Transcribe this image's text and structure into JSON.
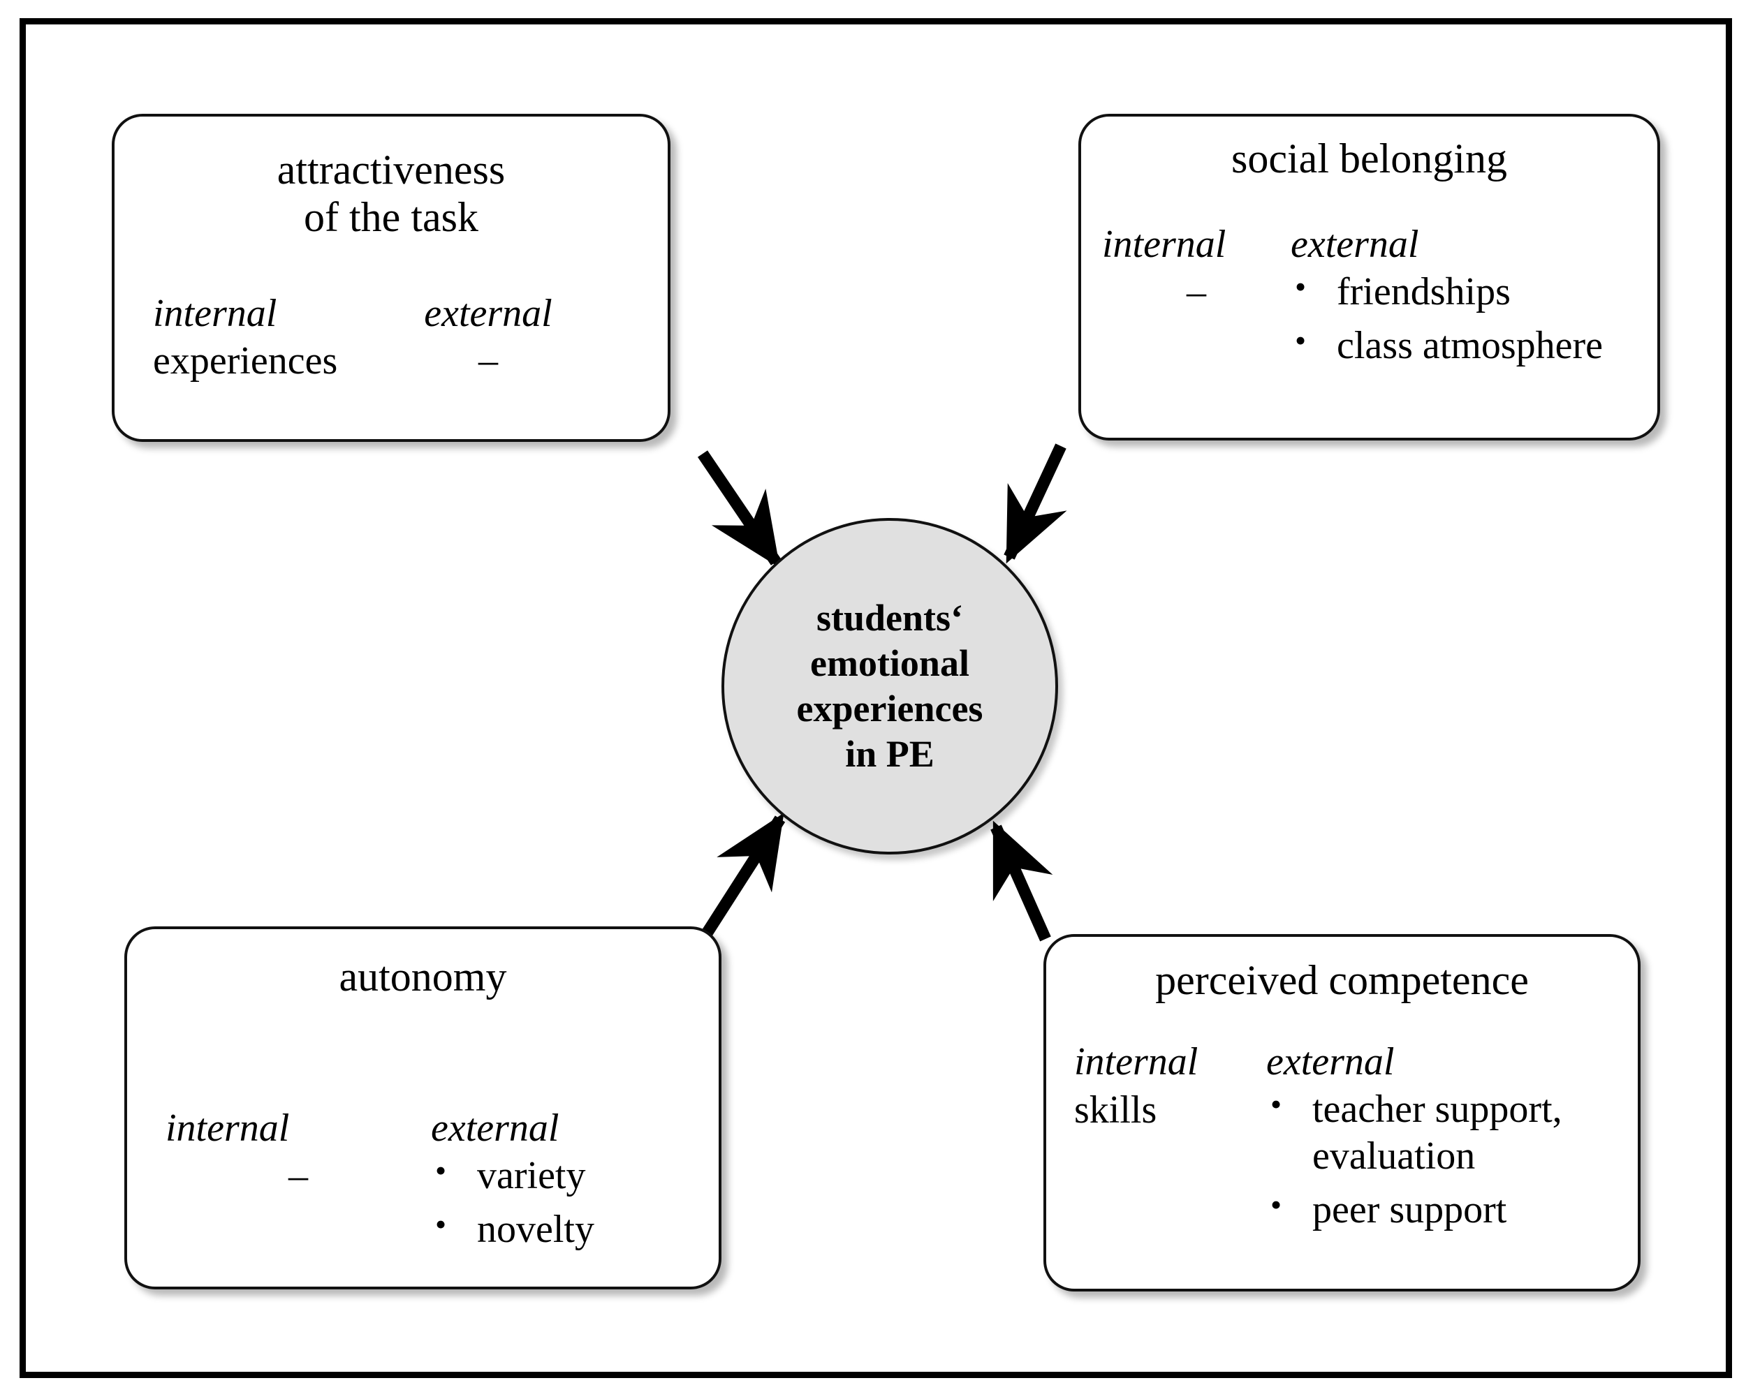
{
  "diagram": {
    "title_present": false,
    "center": {
      "name": "students-emotional-experiences",
      "lines": [
        "students‘",
        "emotional",
        "experiences",
        "in PE"
      ],
      "fill_color": "#e0e0e0",
      "border_color": "#111111"
    },
    "column_labels": {
      "internal": "internal",
      "external": "external"
    },
    "empty_marker": "–",
    "boxes": [
      {
        "id": "attractiveness",
        "position": "top-left",
        "title_lines": [
          "attractiveness",
          "of the task"
        ],
        "internal_label": "internal",
        "internal_items": [
          "experiences"
        ],
        "internal_empty": false,
        "external_label": "external",
        "external_items": [],
        "external_empty": true,
        "external_dash": "–"
      },
      {
        "id": "social-belonging",
        "position": "top-right",
        "title_lines": [
          "social belonging"
        ],
        "internal_label": "internal",
        "internal_items": [],
        "internal_empty": true,
        "internal_dash": "–",
        "external_label": "external",
        "external_items": [
          "friendships",
          "class atmosphere"
        ],
        "external_empty": false
      },
      {
        "id": "autonomy",
        "position": "bottom-left",
        "title_lines": [
          "autonomy"
        ],
        "internal_label": "internal",
        "internal_items": [],
        "internal_empty": true,
        "internal_dash": "–",
        "external_label": "external",
        "external_items": [
          "variety",
          "novelty"
        ],
        "external_empty": false
      },
      {
        "id": "perceived-competence",
        "position": "bottom-right",
        "title_lines": [
          "perceived competence"
        ],
        "internal_label": "internal",
        "internal_items": [
          "skills"
        ],
        "internal_empty": false,
        "external_label": "external",
        "external_items": [
          "teacher support, evaluation",
          "peer support"
        ],
        "external_empty": false
      }
    ],
    "arrows": [
      {
        "from": "attractiveness",
        "to": "center",
        "direction": "down-right"
      },
      {
        "from": "social-belonging",
        "to": "center",
        "direction": "down-left"
      },
      {
        "from": "autonomy",
        "to": "center",
        "direction": "up-right"
      },
      {
        "from": "perceived-competence",
        "to": "center",
        "direction": "up-left"
      }
    ]
  }
}
